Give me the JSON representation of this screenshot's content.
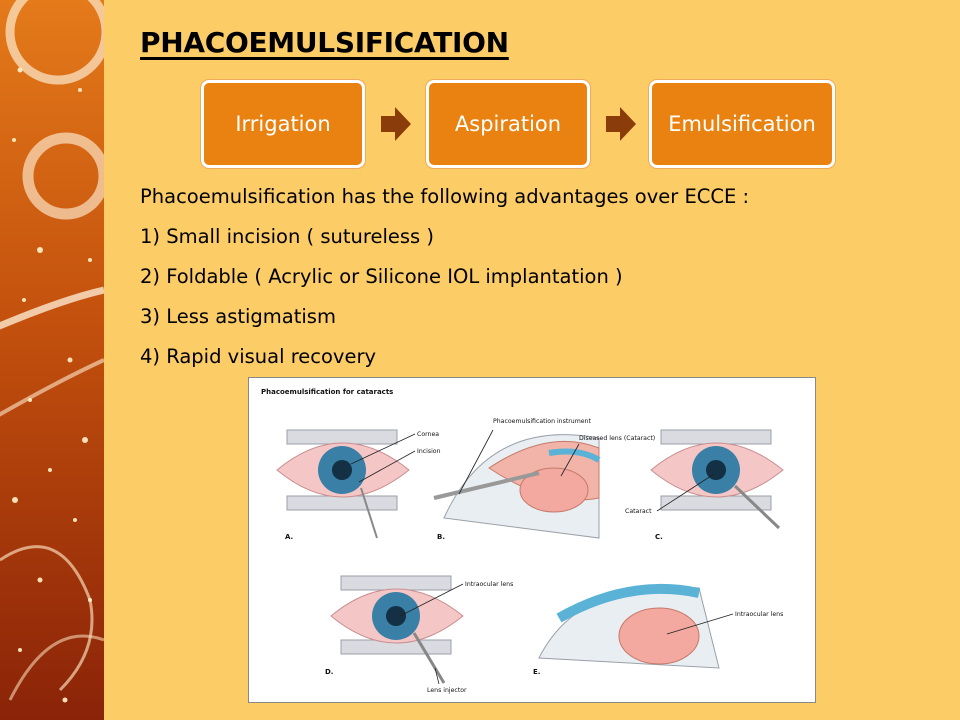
{
  "slide": {
    "title": "PHACOEMULSIFICATION",
    "process": [
      "Irrigation",
      "Aspiration",
      "Emulsification"
    ],
    "intro": "Phacoemulsification has the following advantages over ECCE :",
    "advantages": [
      "1) Small incision ( sutureless )",
      "2) Foldable ( Acrylic or Silicone IOL implantation )",
      "3) Less astigmatism",
      "4) Rapid visual recovery"
    ],
    "colors": {
      "background": "#fccc66",
      "step_fill": "#ea8211",
      "arrow": "#8a3d0a",
      "side_panel": "#c9580f"
    }
  },
  "figure": {
    "title": "Phacoemulsification for cataracts",
    "labels": {
      "cornea": "Cornea",
      "incision": "Incision",
      "instrument": "Phacoemulsification instrument",
      "diseased_lens": "Diseased lens (Cataract)",
      "cataract": "Cataract",
      "iol_d": "Intraocular lens",
      "iol_e": "Intraocular lens",
      "injector": "Lens injector"
    },
    "panels": [
      "A.",
      "B.",
      "C.",
      "D.",
      "E."
    ]
  }
}
